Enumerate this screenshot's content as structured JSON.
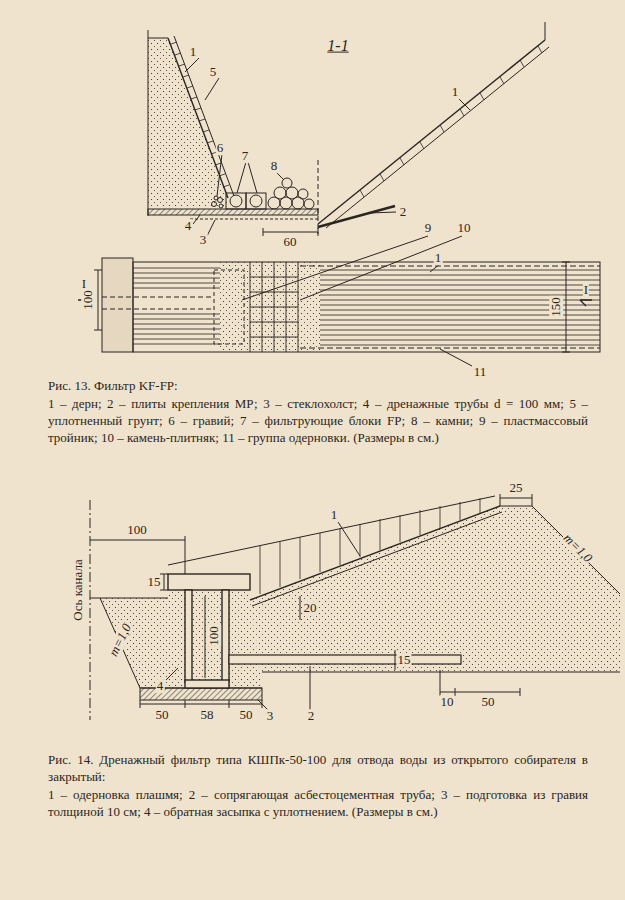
{
  "diagram": {
    "labels": [
      "1-1",
      "1",
      "5",
      "6",
      "7",
      "8",
      "1",
      "2",
      "4",
      "3",
      "60",
      "9",
      "10",
      "1",
      "100",
      "150",
      "I",
      "I",
      "11",
      "Рис. 13. Фильтр KF-FP:",
      "1 – дерн; 2 – плиты крепления МР; 3 – стеклохолст; 4 – дренажные трубы d = 100 мм; 5 – уплотненный грунт; 6 – гравий; 7 – фильтрующие блоки FP; 8 – камни; 9 – пластмассовый тройник; 10 – камень-плитняк; 11 – группа одерновки. (Размеры в см.)",
      "25",
      "1",
      "100",
      "Ось канала",
      "15",
      "20",
      "100",
      "15",
      "m=1,0",
      "m=1,0",
      "4",
      "50",
      "58",
      "50",
      "3",
      "2",
      "10",
      "50",
      "Рис. 14. Дренажный фильтр типа КШПк-50-100 для отвода воды из открытого собирателя в закрытый:",
      "1 – одерновка плашмя; 2 – сопрягающая асбестоцементная труба; 3 – подготовка из гравия толщиной 10 см; 4 – обратная засыпка с уплотнением. (Размеры в см.)"
    ]
  }
}
